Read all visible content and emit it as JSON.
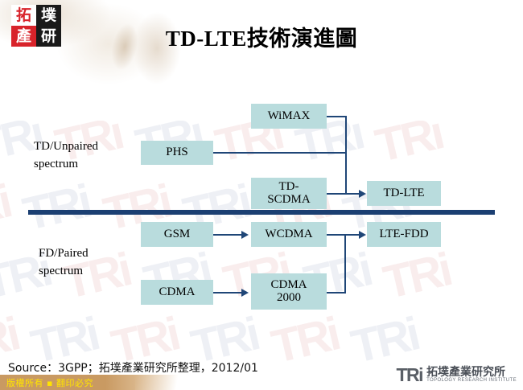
{
  "slide": {
    "title": "TD-LTE技術演進圖",
    "logo": {
      "chars": [
        "拓",
        "墣",
        "產",
        "研"
      ]
    }
  },
  "diagram": {
    "groups": [
      {
        "id": "td",
        "label": "TD/Unpaired\nspectrum"
      },
      {
        "id": "fd",
        "label": "FD/Paired\nspectrum"
      }
    ],
    "boxes": [
      {
        "id": "wimax",
        "label": "WiMAX"
      },
      {
        "id": "phs",
        "label": "PHS"
      },
      {
        "id": "tdscdma",
        "label": "TD-\nSCDMA"
      },
      {
        "id": "tdlte",
        "label": "TD-LTE"
      },
      {
        "id": "gsm",
        "label": "GSM"
      },
      {
        "id": "wcdma",
        "label": "WCDMA"
      },
      {
        "id": "ltefdd",
        "label": "LTE-FDD"
      },
      {
        "id": "cdma",
        "label": "CDMA"
      },
      {
        "id": "cdma2000",
        "label": "CDMA\n2000"
      }
    ],
    "edges": [
      {
        "from": "wimax",
        "to": "tdlte",
        "arrow": true
      },
      {
        "from": "phs",
        "to": "tdlte",
        "arrow": true
      },
      {
        "from": "tdscdma",
        "to": "tdlte",
        "arrow": true
      },
      {
        "from": "gsm",
        "to": "wcdma",
        "arrow": true
      },
      {
        "from": "wcdma",
        "to": "ltefdd",
        "arrow": true
      },
      {
        "from": "cdma",
        "to": "cdma2000",
        "arrow": true
      },
      {
        "from": "cdma2000",
        "to": "ltefdd",
        "arrow": true
      }
    ],
    "colors": {
      "box_fill": "#b9dcdd",
      "connector": "#1f4677",
      "divider": "#1b3f72"
    }
  },
  "footer": {
    "source": "Source：3GPP；拓墣產業研究所整理，2012/01",
    "copyright": "版權所有 ▪ 翻印必究",
    "brand": {
      "mark": "TRi",
      "name_cn": "拓墣產業研究所",
      "name_en": "TOPOLOGY RESEARCH INSTITUTE"
    }
  },
  "watermark": {
    "text": "TRi"
  }
}
